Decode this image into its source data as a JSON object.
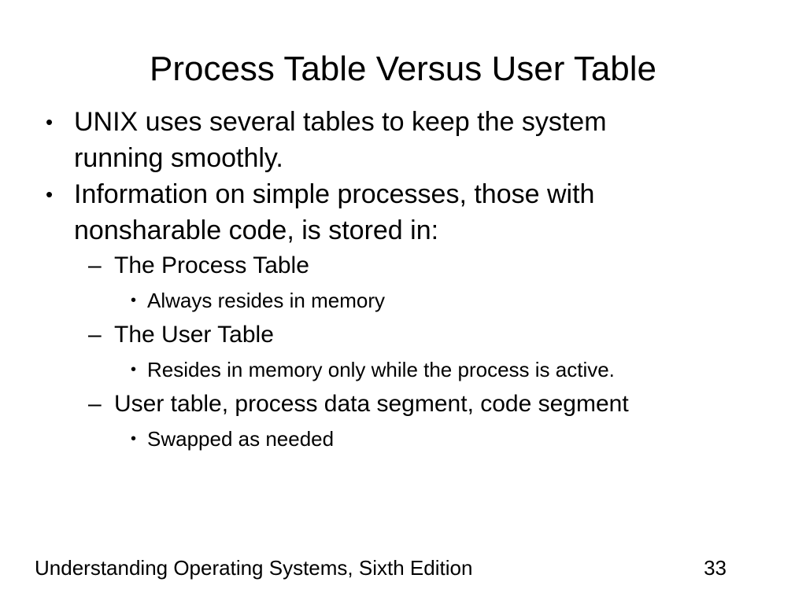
{
  "slide": {
    "title": "Process Table Versus User Table",
    "background_color": "#ffffff",
    "text_color": "#000000",
    "bullets": [
      {
        "level": 1,
        "marker": "•",
        "text": "UNIX uses several tables to keep the system running smoothly."
      },
      {
        "level": 1,
        "marker": "•",
        "text": "Information on simple processes, those with nonsharable code, is stored in:"
      },
      {
        "level": 2,
        "marker": "–",
        "text": "The Process Table"
      },
      {
        "level": 3,
        "marker": "•",
        "text": "Always resides in memory"
      },
      {
        "level": 2,
        "marker": "–",
        "text": "The User Table"
      },
      {
        "level": 3,
        "marker": "•",
        "text": "Resides in memory only while the process is active."
      },
      {
        "level": 2,
        "marker": "–",
        "text": "User table, process data segment, code segment"
      },
      {
        "level": 3,
        "marker": "•",
        "text": "Swapped as needed"
      }
    ]
  },
  "footer": {
    "note": "Understanding Operating Systems, Sixth Edition",
    "page_number": "33"
  }
}
